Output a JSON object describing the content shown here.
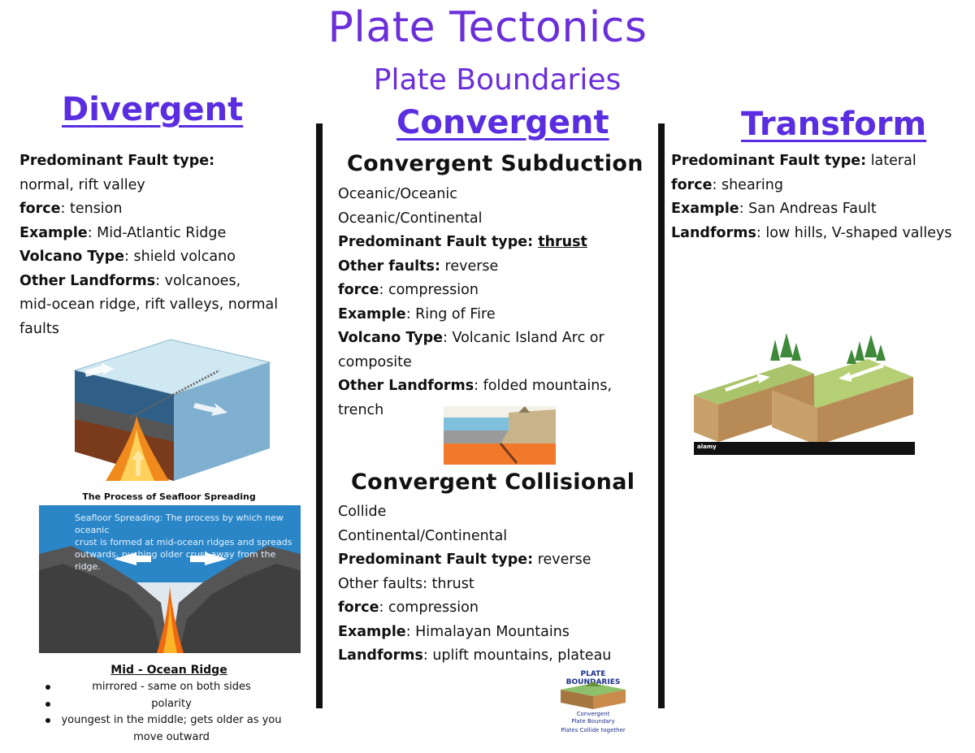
{
  "header": {
    "title": "Plate Tectonics",
    "subtitle": "Plate Boundaries"
  },
  "divergent": {
    "heading": "Divergent",
    "lines": [
      {
        "bold": "Predominant Fault type:",
        "text": ""
      },
      {
        "bold": "",
        "text": "normal, rift valley"
      },
      {
        "bold": "force",
        "text": ": tension"
      },
      {
        "bold": "Example",
        "text": ": Mid-Atlantic Ridge"
      },
      {
        "bold": "Volcano Type",
        "text": ": shield volcano"
      },
      {
        "bold": "Other Landforms",
        "text": ": volcanoes,"
      },
      {
        "bold": "",
        "text": "mid-ocean ridge, rift valleys, normal"
      },
      {
        "bold": "",
        "text": "faults"
      }
    ],
    "spreading_caption": "The Process of Seafloor Spreading",
    "spreading_text": [
      "Seafloor Spreading: The process by which new oceanic",
      "crust is formed at mid-ocean ridges and spreads",
      "outwards, pushing older crust away from the ridge."
    ],
    "ridge_title": "Mid - Ocean Ridge",
    "ridge_bullets": [
      "mirrored - same on both sides",
      "polarity",
      "youngest in the middle; gets older as you",
      "move outward"
    ]
  },
  "convergent": {
    "heading": "Convergent",
    "subduction": {
      "title": "Convergent Subduction",
      "lines": [
        {
          "bold": "",
          "text": "Oceanic/Oceanic"
        },
        {
          "bold": "",
          "text": "Oceanic/Continental"
        },
        {
          "bold": "Predominant Fault type: ",
          "underline": "thrust",
          "text": ""
        },
        {
          "bold": "Other faults:",
          "text": " reverse"
        },
        {
          "bold": "force",
          "text": ": compression"
        },
        {
          "bold": "Example",
          "text": ": Ring of Fire"
        },
        {
          "bold": "Volcano Type",
          "text": ": Volcanic Island Arc or"
        },
        {
          "bold": "",
          "text": "composite"
        },
        {
          "bold": "Other Landforms",
          "text": ": folded mountains,"
        },
        {
          "bold": "",
          "text": "trench"
        }
      ]
    },
    "collisional": {
      "title": "Convergent Collisional",
      "lines": [
        {
          "bold": "",
          "text": "Collide"
        },
        {
          "bold": "",
          "text": "Continental/Continental"
        },
        {
          "bold": "Predominant Fault type:",
          "text": " reverse"
        },
        {
          "bold": "",
          "text": "Other faults: thrust"
        },
        {
          "bold": "force",
          "text": ": compression"
        },
        {
          "bold": "Example",
          "text": ": Himalayan Mountains"
        },
        {
          "bold": "Landforms",
          "text": ": uplift mountains, plateau"
        }
      ]
    },
    "thumb": {
      "title": "PLATE BOUNDARIES",
      "cap1": "Convergent",
      "cap2": "Plate Boundary",
      "cap3": "Plates Collide together"
    }
  },
  "transform": {
    "heading": "Transform",
    "lines": [
      {
        "bold": "Predominant Fault type:",
        "text": " lateral"
      },
      {
        "bold": "force",
        "text": ": shearing"
      },
      {
        "bold": "Example",
        "text": ": San Andreas Fault"
      },
      {
        "bold": "Landforms",
        "text": ": low hills, V-shaped valleys"
      }
    ],
    "watermark": "alamy"
  },
  "colors": {
    "accent": "#5a2ee0",
    "title": "#6b2fd9",
    "divider": "#111111"
  }
}
